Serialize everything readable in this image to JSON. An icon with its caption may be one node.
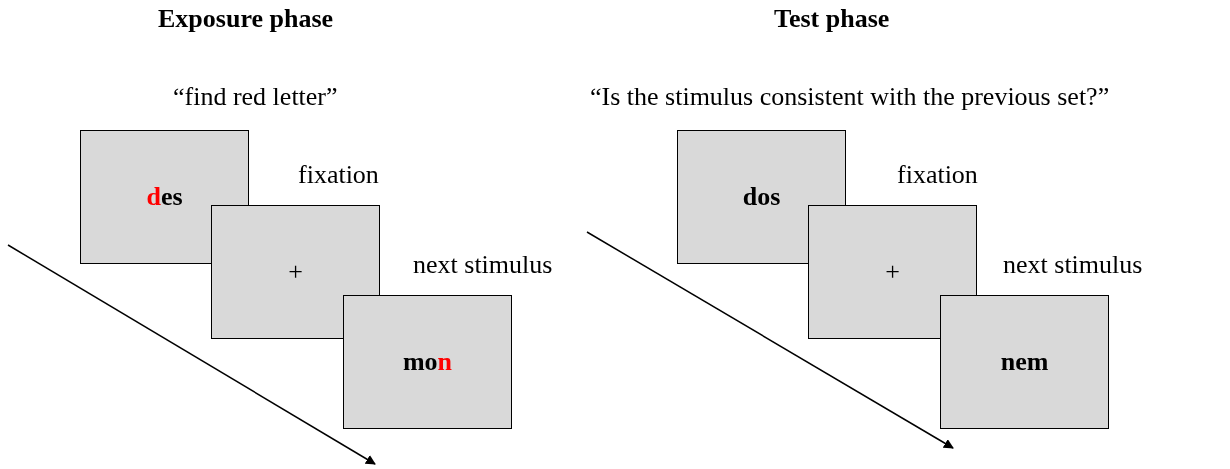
{
  "diagram": {
    "nodes": [
      {
        "text": [
          "des"
        ]
      },
      {
        "text": [
          "+"
        ],
        "beside": [
          "fixation"
        ]
      },
      {
        "text": [
          "mon"
        ],
        "beside": [
          "next stimulus"
        ]
      },
      {
        "text": [
          "dos"
        ]
      },
      {
        "text": [
          "+"
        ],
        "beside": [
          "fixation"
        ]
      },
      {
        "text": [
          "nem"
        ],
        "beside": [
          "next stimulus"
        ]
      }
    ],
    "labels": [
      "Exposure phase",
      "Test phase",
      "“find red letter”",
      "“Is the stimulus consistent with the previous set?”"
    ]
  }
}
